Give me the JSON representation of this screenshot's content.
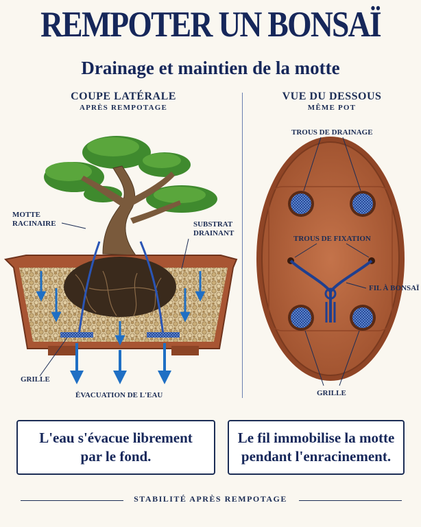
{
  "title": "REMPOTER UN BONSAÏ",
  "subtitle": "Drainage et maintien de la motte",
  "left_panel": {
    "heading": "COUPE LATÉRALE",
    "subheading": "APRÈS REMPOTAGE",
    "labels": {
      "motte_line1": "MOTTE",
      "motte_line2": "RACINAIRE",
      "substrat_line1": "SUBSTRAT",
      "substrat_line2": "DRAINANT",
      "grille": "GRILLE",
      "evacuation": "ÉVACUATION DE L'EAU"
    }
  },
  "right_panel": {
    "heading": "VUE DU DESSOUS",
    "subheading": "MÊME POT",
    "labels": {
      "trous_drainage": "TROUS DE DRAINAGE",
      "trous_fixation": "TROUS DE FIXATION",
      "fil": "FIL À BONSAÏ",
      "grille": "GRILLE"
    }
  },
  "captions": {
    "left": "L'eau s'évacue librement par le fond.",
    "right": "Le fil immobilise la motte pendant l'enracinement."
  },
  "footer": "STABILITÉ APRÈS REMPOTAGE",
  "colors": {
    "navy": "#16275a",
    "pot": "#b5613a",
    "water": "#1f6fc4",
    "foliage": "#3f8a2e",
    "background": "#faf7f0"
  }
}
